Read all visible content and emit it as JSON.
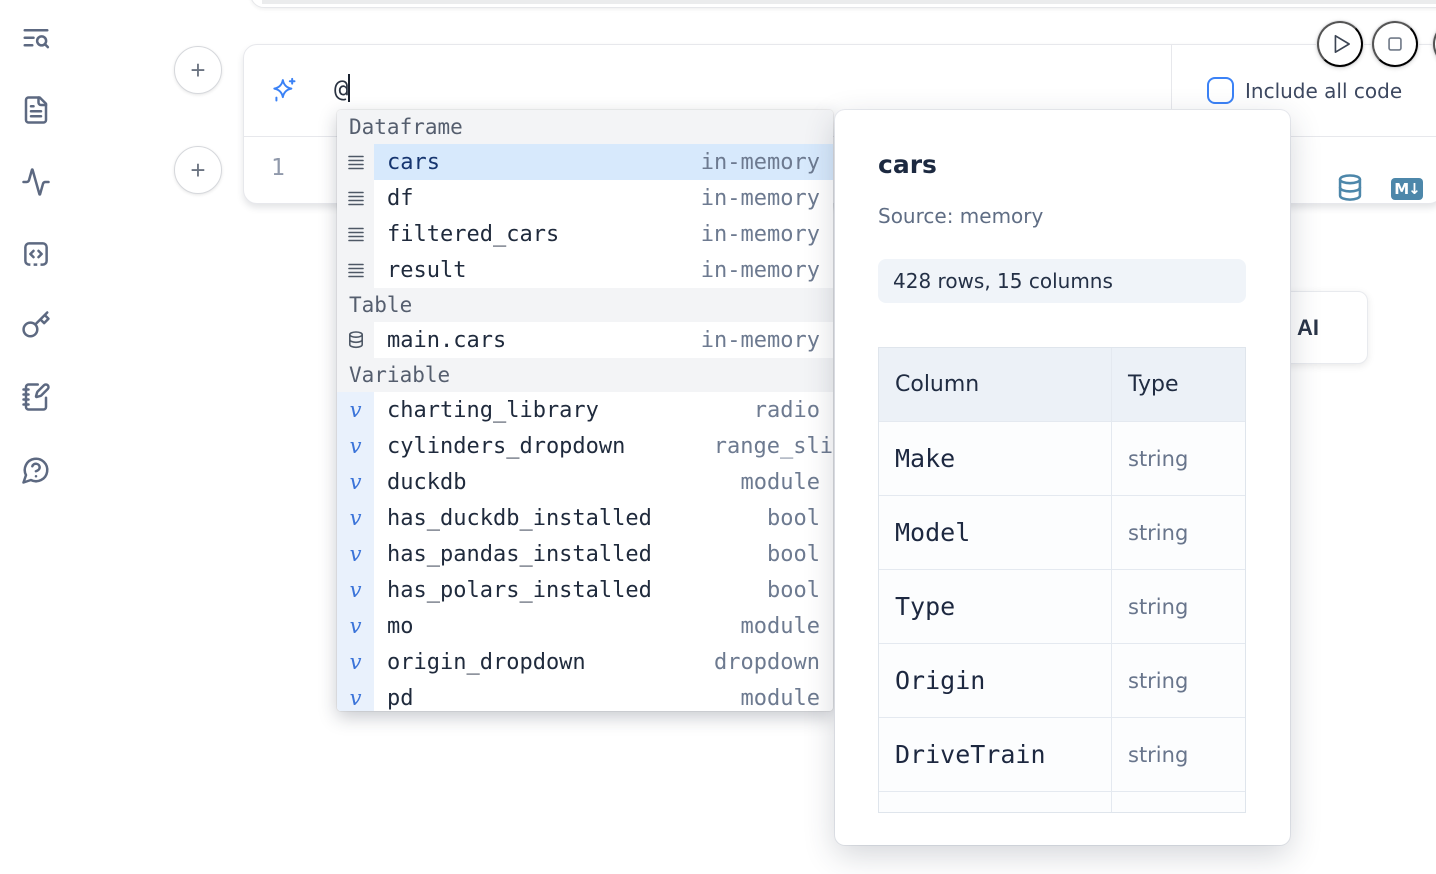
{
  "colors": {
    "accent_blue": "#3b82f6",
    "steel_blue": "#4d87aa",
    "selection_bg": "#d7e9fc",
    "sidebar_icon": "#5d6981"
  },
  "sidebar": {
    "icons": [
      "list-search",
      "file-text",
      "activity",
      "code-block",
      "key",
      "notebook-pen",
      "help-circle"
    ]
  },
  "controls": {
    "add_label": "+",
    "run": "play",
    "stop": "square"
  },
  "ai_cell": {
    "prompt_value": "@",
    "include_all_code_label": "Include all code",
    "line_number": "1",
    "markdown_badge": "M↓"
  },
  "completion": {
    "variable_icon": "v",
    "sections": [
      {
        "label": "Dataframe",
        "items": [
          {
            "name": "cars",
            "type": "in-memory",
            "selected": true
          },
          {
            "name": "df",
            "type": "in-memory"
          },
          {
            "name": "filtered_cars",
            "type": "in-memory"
          },
          {
            "name": "result",
            "type": "in-memory"
          }
        ]
      },
      {
        "label": "Table",
        "items": [
          {
            "name": "main.cars",
            "type": "in-memory"
          }
        ]
      },
      {
        "label": "Variable",
        "items": [
          {
            "name": "charting_library",
            "type": "radio"
          },
          {
            "name": "cylinders_dropdown",
            "type": "range_sli"
          },
          {
            "name": "duckdb",
            "type": "module"
          },
          {
            "name": "has_duckdb_installed",
            "type": "bool"
          },
          {
            "name": "has_pandas_installed",
            "type": "bool"
          },
          {
            "name": "has_polars_installed",
            "type": "bool"
          },
          {
            "name": "mo",
            "type": "module"
          },
          {
            "name": "origin_dropdown",
            "type": "dropdown"
          },
          {
            "name": "pd",
            "type": "module"
          }
        ]
      }
    ]
  },
  "preview": {
    "title": "cars",
    "source": "Source: memory",
    "shape": "428 rows, 15 columns",
    "table": {
      "headers": [
        "Column",
        "Type"
      ],
      "rows": [
        [
          "Make",
          "string"
        ],
        [
          "Model",
          "string"
        ],
        [
          "Type",
          "string"
        ],
        [
          "Origin",
          "string"
        ],
        [
          "DriveTrain",
          "string"
        ]
      ]
    }
  },
  "ai_button_label": "AI"
}
